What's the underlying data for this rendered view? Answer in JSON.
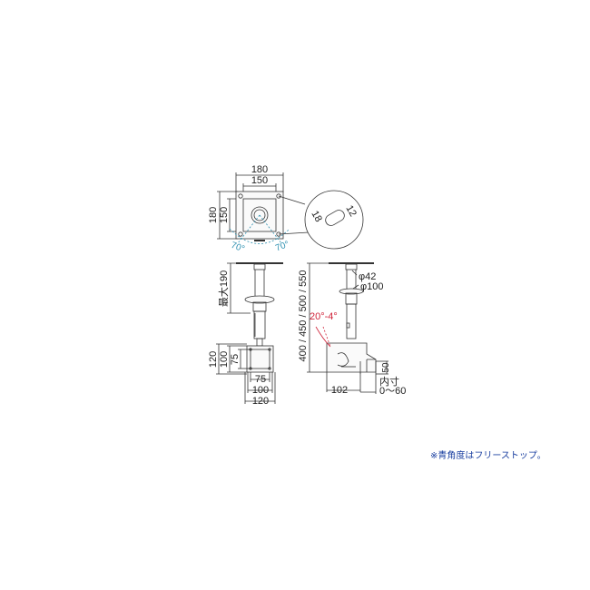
{
  "top_view": {
    "width_outer": "180",
    "width_inner": "150",
    "height_outer": "180",
    "height_inner": "150",
    "angle_left": "70°",
    "angle_right": "70°"
  },
  "detail": {
    "slot_width": "18",
    "slot_length": "12"
  },
  "front_view": {
    "max_label": "最大190",
    "plate_height_outer": "120",
    "plate_height_mid": "100",
    "plate_height_inner": "75",
    "plate_width_inner": "75",
    "plate_width_mid": "100",
    "plate_width_outer": "120"
  },
  "side_view": {
    "height_options": "400 / 450 / 500 / 550",
    "pole_diameter": "φ42",
    "flange_diameter": "φ100",
    "tilt_range": "20°-4°",
    "depth": "102",
    "clamp_height": "50",
    "inner_label": "内寸",
    "inner_range": "0～60"
  },
  "note": "※青角度はフリーストップ。",
  "colors": {
    "blue_angle": "#2c8fb0",
    "red_angle": "#d0243a",
    "note": "#1a3fa0"
  }
}
